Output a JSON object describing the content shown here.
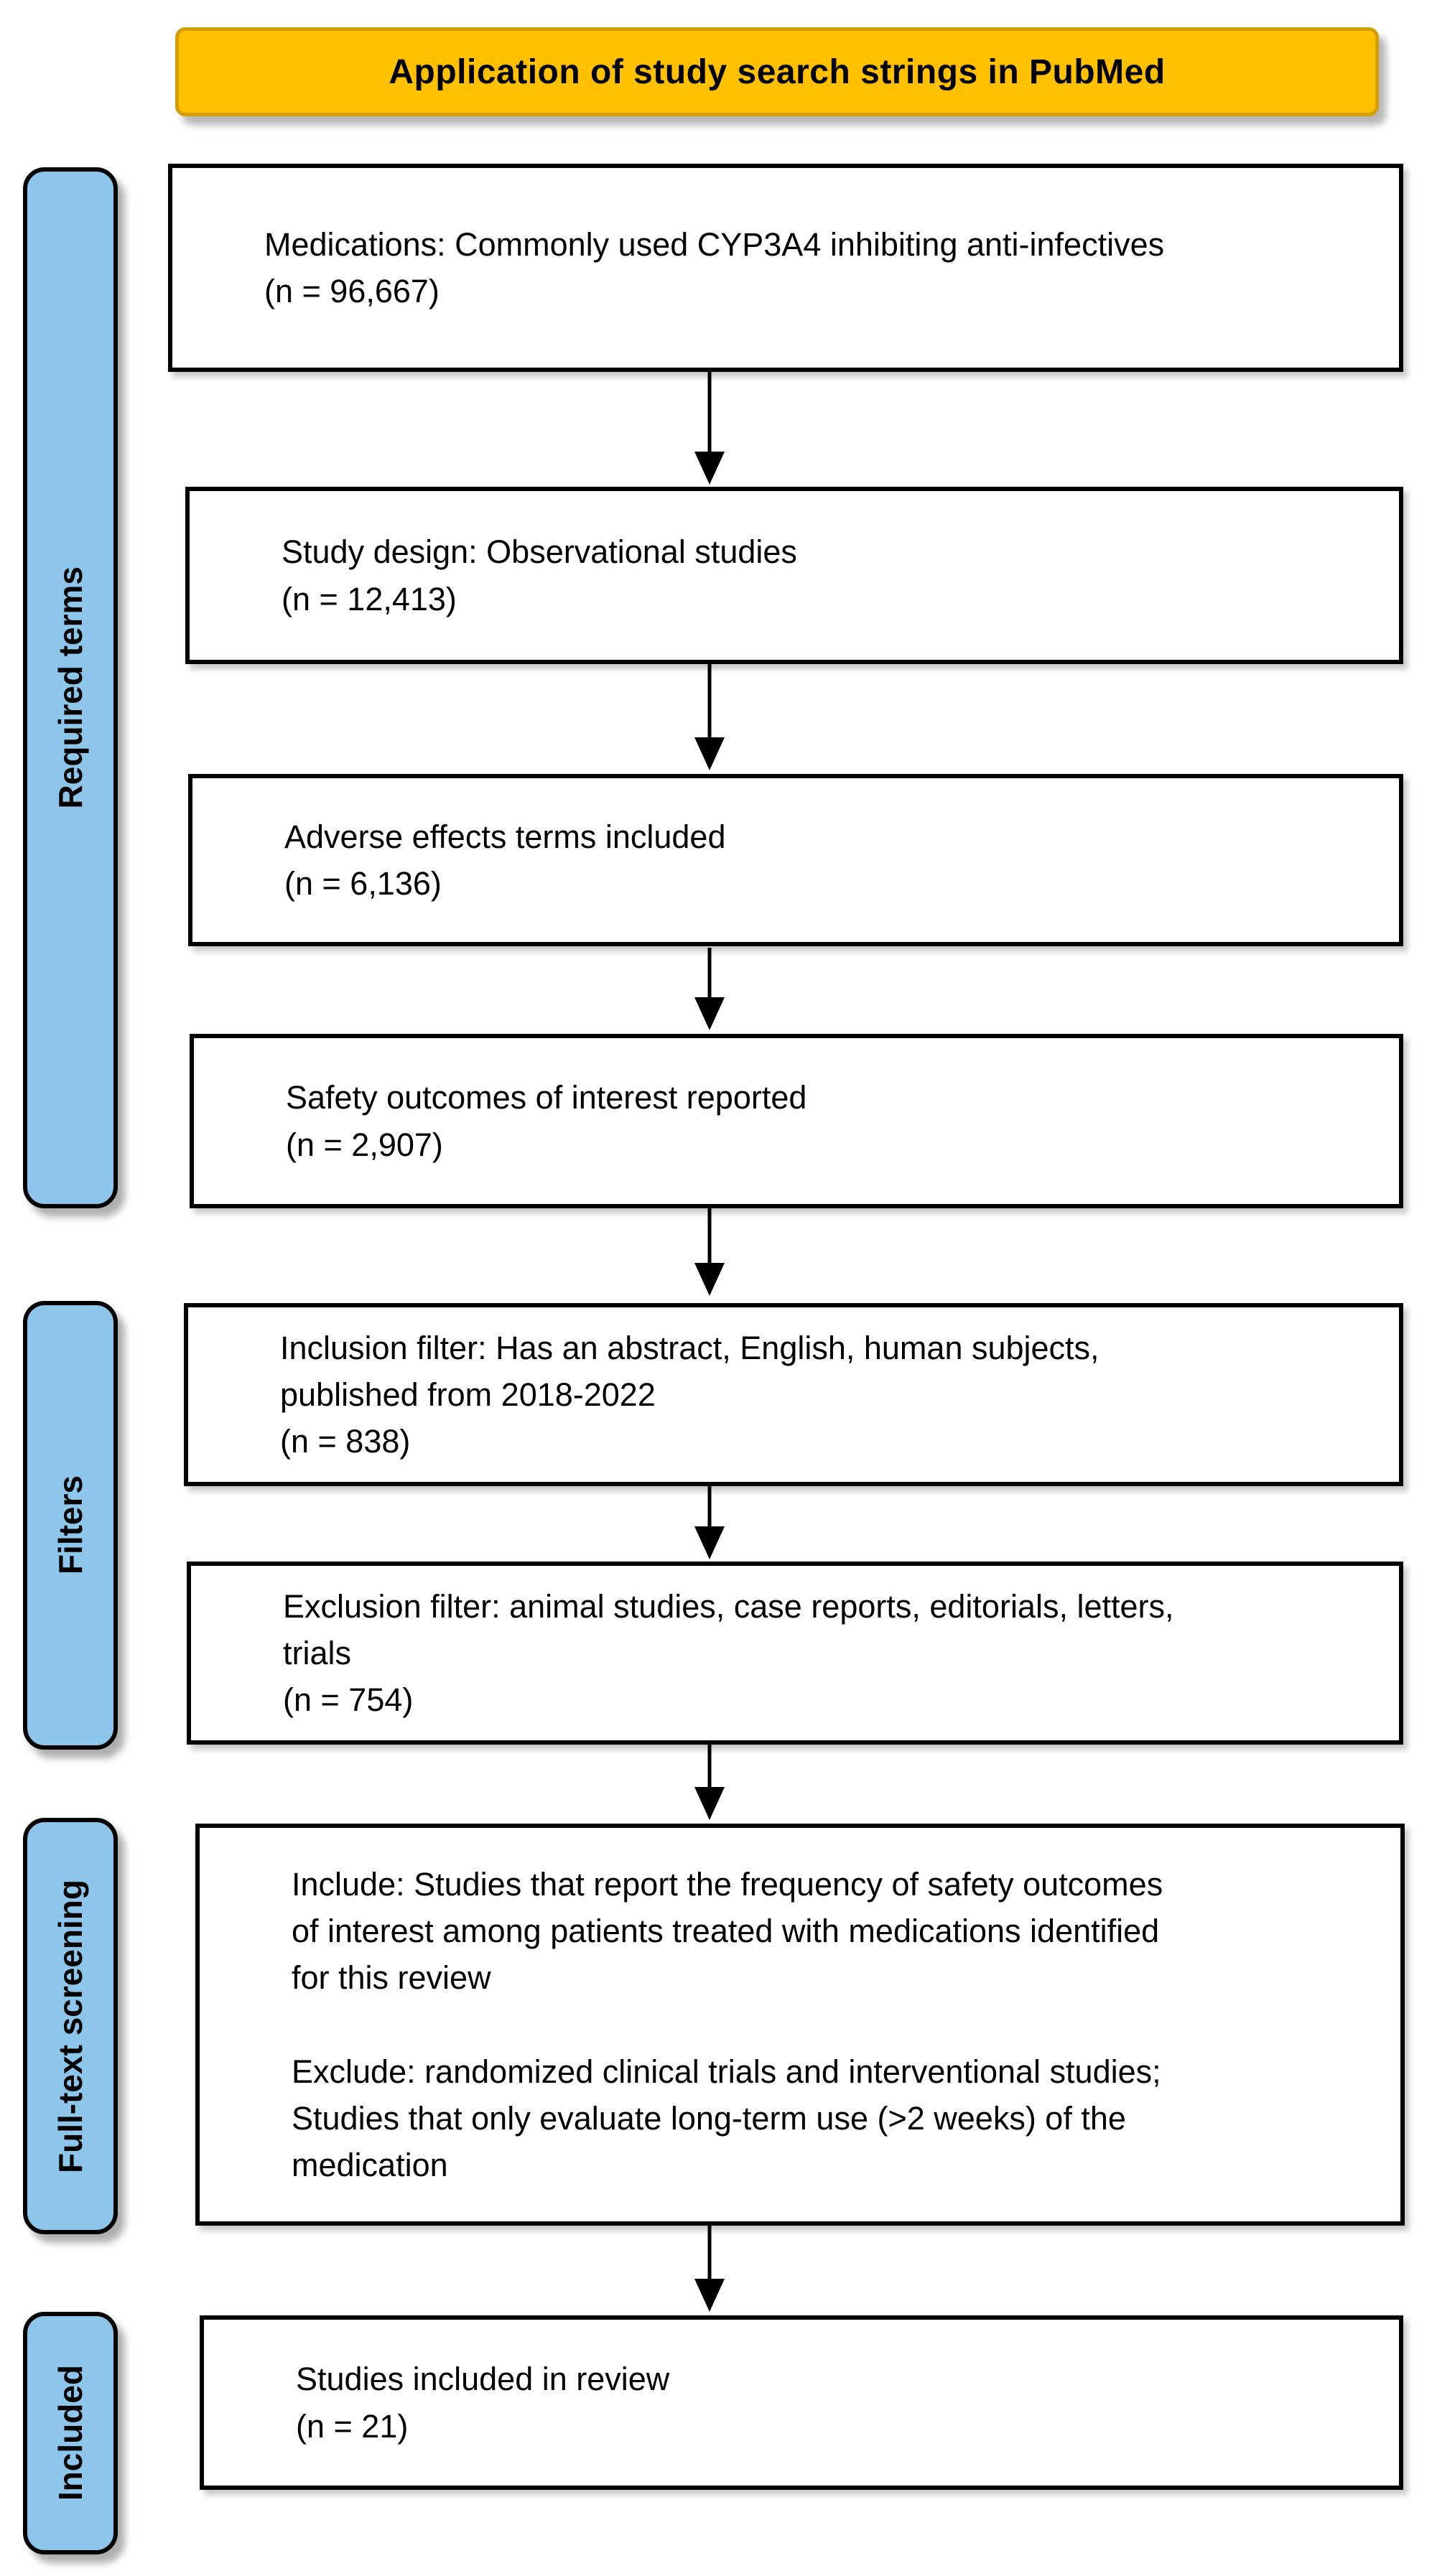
{
  "title": {
    "label": "Application of study search strings in PubMed"
  },
  "sidebar": {
    "sections": [
      {
        "label": "Required terms"
      },
      {
        "label": "Filters"
      },
      {
        "label": "Full-text screening"
      },
      {
        "label": "Included"
      }
    ]
  },
  "flow": {
    "boxes": [
      {
        "name": "medications",
        "text": "Medications: Commonly used CYP3A4 inhibiting anti-infectives\n(n = 96,667)",
        "count": "96,667"
      },
      {
        "name": "study-design",
        "text": "Study design: Observational studies\n(n = 12,413)",
        "count": "12,413"
      },
      {
        "name": "adverse-effects",
        "text": "Adverse effects terms included\n(n = 6,136)",
        "count": "6,136"
      },
      {
        "name": "safety-outcomes",
        "text": "Safety outcomes of interest reported\n(n = 2,907)",
        "count": "2,907"
      },
      {
        "name": "inclusion-filter",
        "text": "Inclusion filter: Has an abstract, English, human subjects,\npublished from 2018-2022\n(n = 838)",
        "count": "838"
      },
      {
        "name": "exclusion-filter",
        "text": "Exclusion filter: animal studies, case reports, editorials, letters,\ntrials\n(n = 754)",
        "count": "754"
      },
      {
        "name": "fulltext-criteria",
        "text": "Include: Studies that report the frequency of safety outcomes\nof interest among patients treated with medications identified\nfor this review\n\nExclude: randomized clinical trials and interventional studies;\nStudies that only evaluate long-term use (>2 weeks) of the\nmedication",
        "count": null
      },
      {
        "name": "included-studies",
        "text": "Studies included in review\n(n = 21)",
        "count": "21"
      }
    ]
  },
  "colors": {
    "background": "#ffffff",
    "header_fill": "#FFC000",
    "header_border": "#D49D00",
    "sidebar_fill": "#8DC6EA",
    "sidebar_border": "#000000",
    "box_fill": "#ffffff",
    "box_border": "#000000",
    "arrow_color": "#000000",
    "text_color": "#000000"
  }
}
